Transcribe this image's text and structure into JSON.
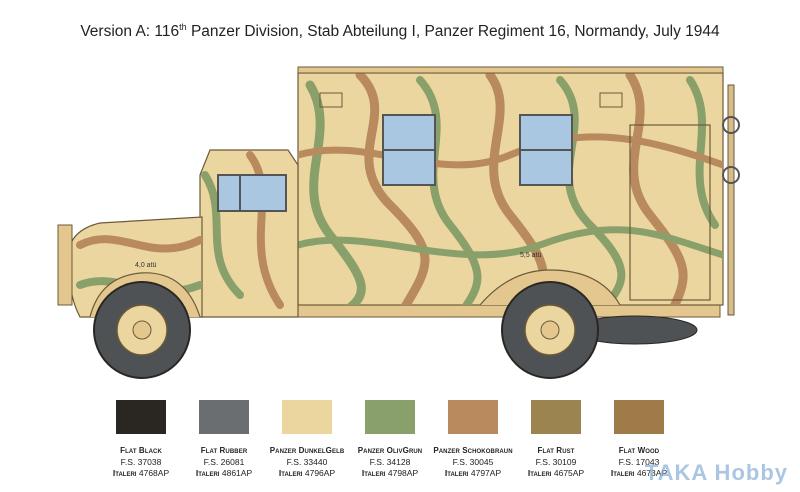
{
  "title": {
    "prefix": "Version A: 116",
    "sup": "th",
    "suffix": " Panzer Division, Stab Abteilung I, Panzer Regiment 16, Normandy, July 1944"
  },
  "markings": {
    "front": "4,0 atü",
    "rear": "5,5 atü"
  },
  "colors": [
    {
      "name": "Flat Black",
      "fs": "F.S. 37038",
      "brand": "Italeri",
      "code": "4768AP",
      "hex": "#2a2723"
    },
    {
      "name": "Flat Rubber",
      "fs": "F.S. 26081",
      "brand": "Italeri",
      "code": "4861AP",
      "hex": "#6b6e70"
    },
    {
      "name": "Panzer DunkelGelb",
      "fs": "F.S. 33440",
      "brand": "Italeri",
      "code": "4796AP",
      "hex": "#ecd6a0"
    },
    {
      "name": "Panzer OlivGrun",
      "fs": "F.S. 34128",
      "brand": "Italeri",
      "code": "4798AP",
      "hex": "#8aa06b"
    },
    {
      "name": "Panzer Schokobraun",
      "fs": "F.S. 30045",
      "brand": "Italeri",
      "code": "4797AP",
      "hex": "#b98a5d"
    },
    {
      "name": "Flat Rust",
      "fs": "F.S. 30109",
      "brand": "Italeri",
      "code": "4675AP",
      "hex": "#9c8451"
    },
    {
      "name": "Flat Wood",
      "fs": "F.S. 17043",
      "brand": "Italeri",
      "code": "4673AP",
      "hex": "#9f7b4a"
    }
  ],
  "watermark": "TAKA Hobby"
}
